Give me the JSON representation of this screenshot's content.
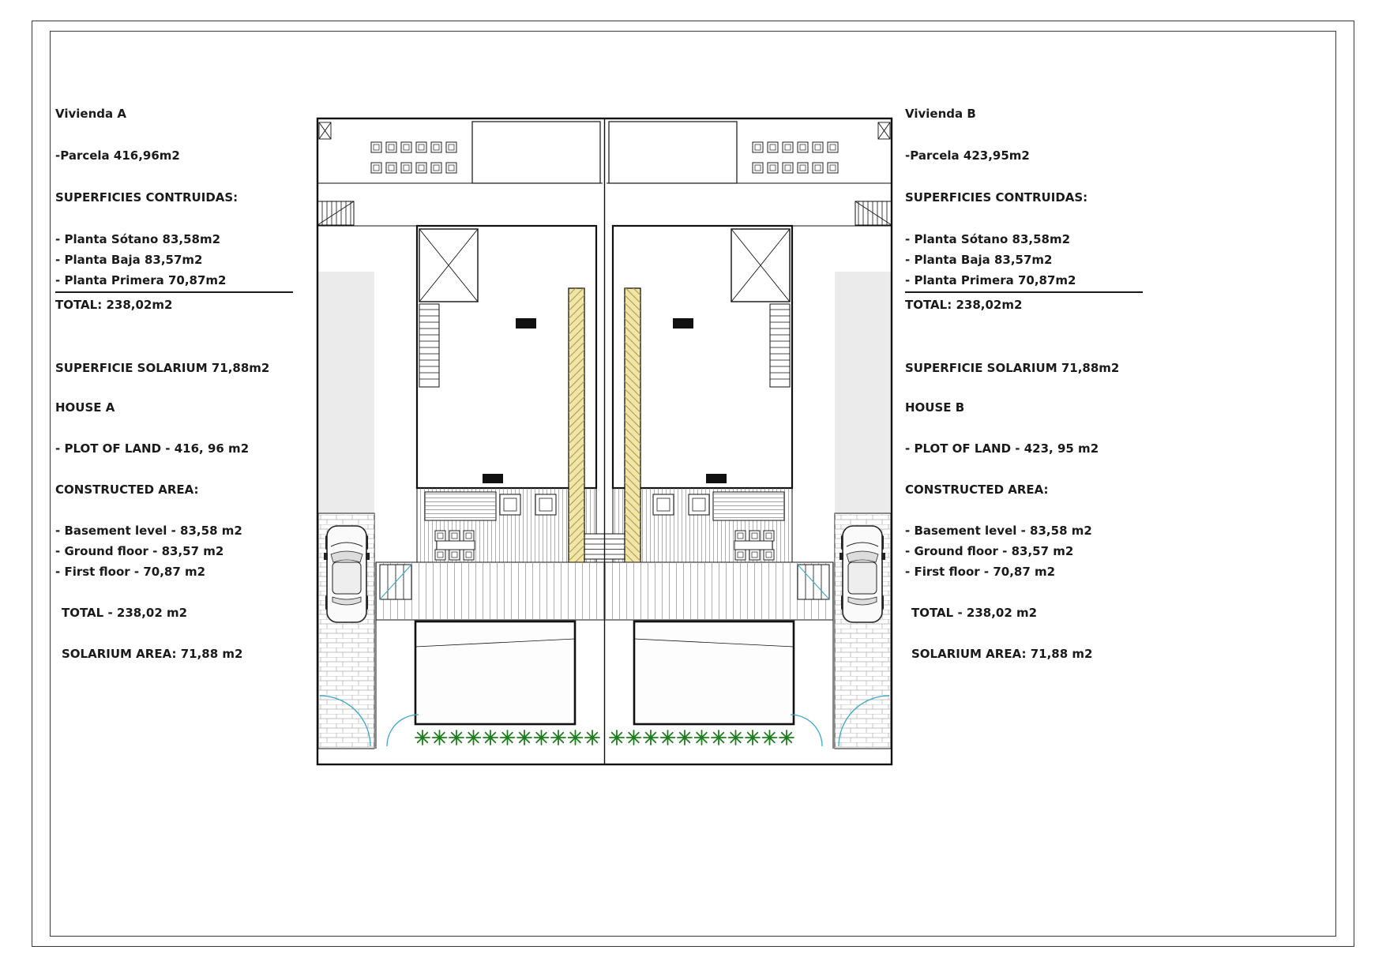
{
  "colors": {
    "plan_line": "#111111",
    "stair_hatch_yellow": "#f1e6a9",
    "plant_green": "#1c7d1c",
    "gate_arc_blue": "#3aa7c9"
  },
  "left_panel": {
    "title": "Vivienda A",
    "parcela": "-Parcela 416,96m2",
    "superficies_heading": "SUPERFICIES CONTRUIDAS:",
    "planta_sotano": "- Planta Sótano 83,58m2",
    "planta_baja": "- Planta Baja 83,57m2",
    "planta_primera": "- Planta Primera 70,87m2",
    "total_es": "TOTAL: 238,02m2",
    "superficie_solarium": "SUPERFICIE SOLARIUM 71,88m2",
    "house_heading": "HOUSE A",
    "plot_of_land": "- PLOT OF LAND - 416, 96 m2",
    "constructed_heading": "CONSTRUCTED AREA:",
    "basement": "- Basement level - 83,58 m2",
    "ground_floor": "- Ground floor - 83,57 m2",
    "first_floor": "- First floor - 70,87 m2",
    "total_en": "TOTAL - 238,02 m2",
    "solarium_area": "SOLARIUM AREA: 71,88 m2"
  },
  "right_panel": {
    "title": "Vivienda B",
    "parcela": "-Parcela 423,95m2",
    "superficies_heading": "SUPERFICIES CONTRUIDAS:",
    "planta_sotano": "- Planta Sótano 83,58m2",
    "planta_baja": "- Planta Baja 83,57m2",
    "planta_primera": "- Planta Primera 70,87m2",
    "total_es": "TOTAL: 238,02m2",
    "superficie_solarium": "SUPERFICIE SOLARIUM 71,88m2",
    "house_heading": "HOUSE B",
    "plot_of_land": "- PLOT OF LAND - 423, 95 m2",
    "constructed_heading": "CONSTRUCTED AREA:",
    "basement": "- Basement level - 83,58 m2",
    "ground_floor": "- Ground floor - 83,57 m2",
    "first_floor": "- First floor - 70,87 m2",
    "total_en": "TOTAL - 238,02 m2",
    "solarium_area": "SOLARIUM AREA: 71,88 m2"
  }
}
